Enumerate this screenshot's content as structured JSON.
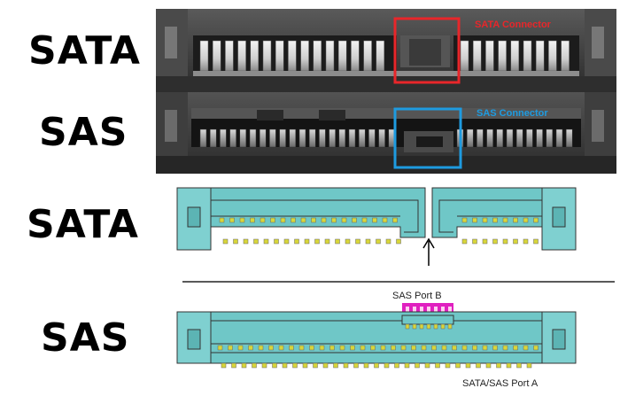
{
  "labels": {
    "sata_photo": "SATA",
    "sas_photo": "SAS",
    "sata_diagram": "SATA",
    "sas_diagram": "SAS"
  },
  "annotations": {
    "sata_connector": "SATA Connector",
    "sas_connector": "SAS Connector",
    "sas_port_b": "SAS Port B",
    "sas_port_a": "SATA/SAS Port A"
  },
  "colors": {
    "sata_highlight": "#e8262a",
    "sas_highlight": "#1e9be0",
    "connector_fill": "#6fc7c7",
    "pin_yellow": "#d8d63a",
    "port_b_magenta": "#e020c0"
  }
}
